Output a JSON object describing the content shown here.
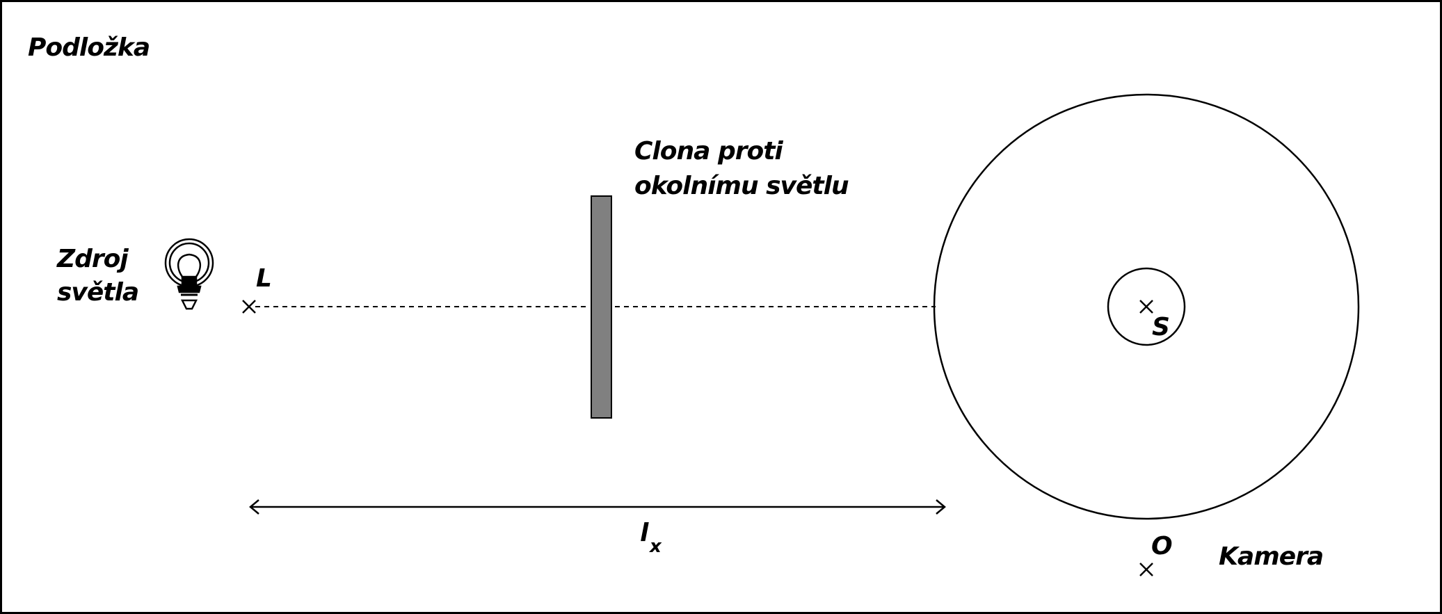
{
  "labels": {
    "pad": "Podložka",
    "source_line1": "Zdroj",
    "source_line2": "světla",
    "point_L": "L",
    "screen_line1": "Clona proti",
    "screen_line2": "okolnímu světlu",
    "point_S": "S",
    "distance_base": "l",
    "distance_sub": "x",
    "point_O": "O",
    "camera": "Kamera"
  },
  "colors": {
    "stroke": "#000000",
    "screen_fill": "#808080",
    "background": "#ffffff"
  },
  "icons": {
    "light_source": "lightbulb-icon",
    "points": "cross-mark-icon"
  }
}
